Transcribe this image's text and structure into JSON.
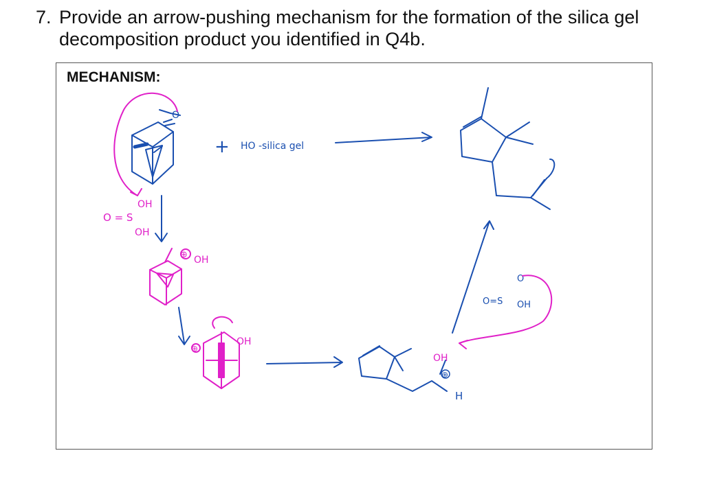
{
  "question": {
    "number": "7.",
    "line1": "Provide an arrow-pushing mechanism for the formation of the silica gel",
    "line2": "decomposition product you identified in Q4b."
  },
  "box": {
    "label": "MECHANISM:"
  },
  "handwritten": {
    "plus": "+",
    "reagent": "HO -silica gel",
    "so2_left_o": "O = S",
    "so2_left_oh_top": "OH",
    "so2_left_oh_bottom": "OH",
    "intermediate1_oh": "OH",
    "charge_plus": "⊕",
    "intermediate2_oh": "OH",
    "so2_right": "O=S",
    "so2_right_oh": "OH",
    "so2_right_o": "O",
    "intermediate3_oh": "OH",
    "proton_h": "H"
  },
  "colors": {
    "pink": "#e020c8",
    "blue": "#1a4fb0"
  }
}
